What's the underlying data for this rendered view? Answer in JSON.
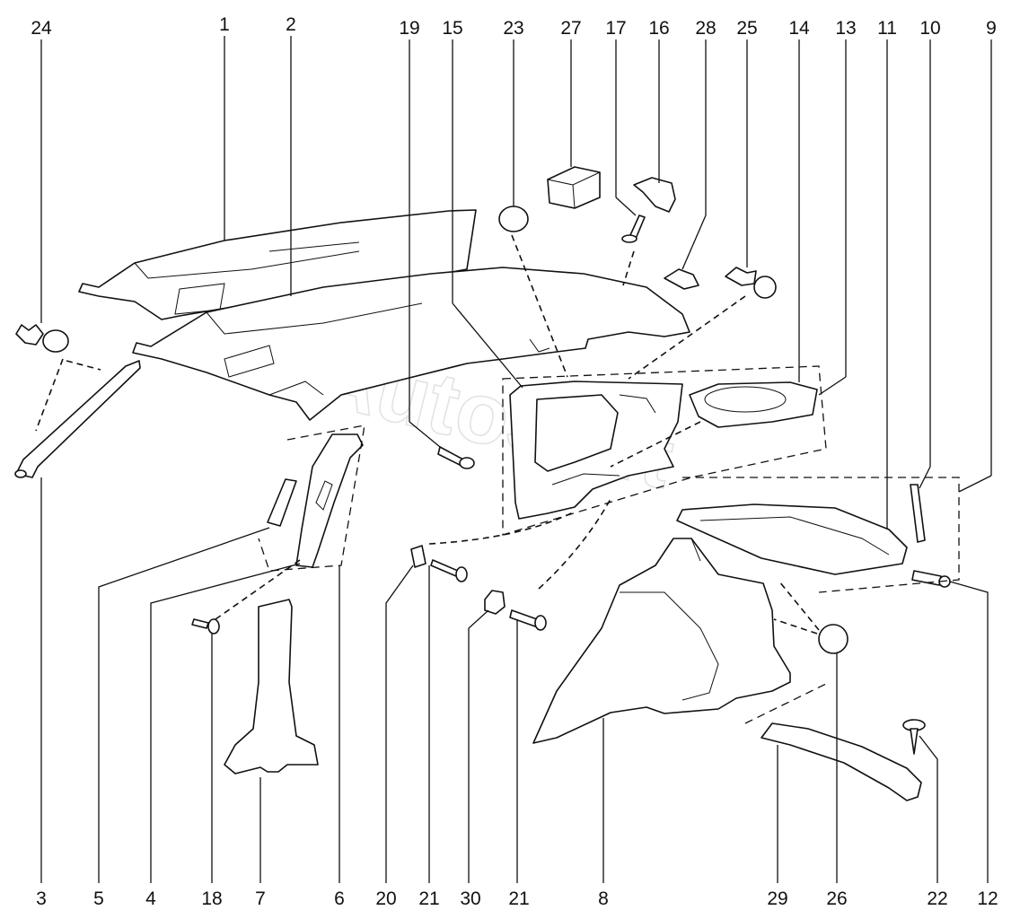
{
  "diagram": {
    "watermark": "AutoSoft",
    "callouts": [
      {
        "id": "c-24",
        "label": "24"
      },
      {
        "id": "c-1",
        "label": "1"
      },
      {
        "id": "c-2",
        "label": "2"
      },
      {
        "id": "c-19",
        "label": "19"
      },
      {
        "id": "c-15",
        "label": "15"
      },
      {
        "id": "c-23",
        "label": "23"
      },
      {
        "id": "c-27",
        "label": "27"
      },
      {
        "id": "c-17",
        "label": "17"
      },
      {
        "id": "c-16",
        "label": "16"
      },
      {
        "id": "c-28",
        "label": "28"
      },
      {
        "id": "c-25",
        "label": "25"
      },
      {
        "id": "c-14",
        "label": "14"
      },
      {
        "id": "c-13",
        "label": "13"
      },
      {
        "id": "c-11",
        "label": "11"
      },
      {
        "id": "c-10",
        "label": "10"
      },
      {
        "id": "c-9",
        "label": "9"
      },
      {
        "id": "c-3",
        "label": "3"
      },
      {
        "id": "c-5",
        "label": "5"
      },
      {
        "id": "c-4",
        "label": "4"
      },
      {
        "id": "c-18",
        "label": "18"
      },
      {
        "id": "c-7",
        "label": "7"
      },
      {
        "id": "c-6",
        "label": "6"
      },
      {
        "id": "c-20",
        "label": "20"
      },
      {
        "id": "c-21a",
        "label": "21"
      },
      {
        "id": "c-30",
        "label": "30"
      },
      {
        "id": "c-21b",
        "label": "21"
      },
      {
        "id": "c-8",
        "label": "8"
      },
      {
        "id": "c-29",
        "label": "29"
      },
      {
        "id": "c-26",
        "label": "26"
      },
      {
        "id": "c-22",
        "label": "22"
      },
      {
        "id": "c-12",
        "label": "12"
      }
    ]
  }
}
